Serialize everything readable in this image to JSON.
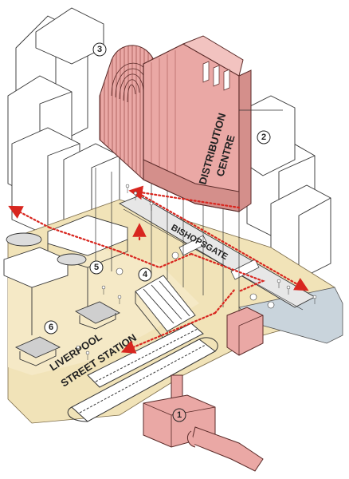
{
  "labels": {
    "distribution": "DISTRIBUTION",
    "centre": "CENTRE",
    "street": "BISHOPSGATE",
    "station_line1": "LIVERPOOL",
    "station_line2": "STREET STATION"
  },
  "callouts": [
    "1",
    "2",
    "3",
    "4",
    "5",
    "6"
  ],
  "colors": {
    "building_fill": "#eaa8a5",
    "building_stroke": "#5a2a28",
    "ground": "#f1e3b8",
    "route": "#d8261f",
    "water": "#c9d4dc",
    "line": "#333333"
  },
  "icons": [
    "red-arrow-icon",
    "pedestrian-icon",
    "tree-icon"
  ]
}
